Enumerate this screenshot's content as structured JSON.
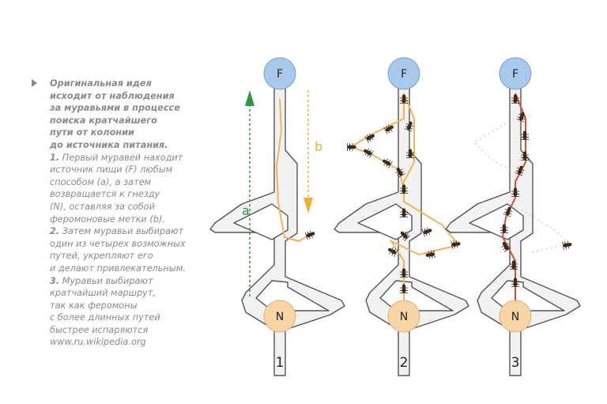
{
  "caption": {
    "intro_lines": [
      "Оригинальная идея",
      "исходит от наблюдения",
      "за муравьями в процессе",
      "поиска кратчайшего",
      "пути от колонии",
      "до источника питания."
    ],
    "step1_number": "1.",
    "step1_lines": [
      " Первый муравей находит",
      "источник пищи (F) любым",
      "способом (a), а затем",
      "возвращается к гнезду",
      "(N), оставляя за собой",
      "феромоновые метки (b)."
    ],
    "step2_number": "2.",
    "step2_lines": [
      " Затем муравьи выбирают",
      "один из четырех возможных",
      "путей, укрепляют его",
      "и делают привлекательным."
    ],
    "step3_number": "3.",
    "step3_lines": [
      " Муравьи выбирают",
      "кратчайший маршрут,",
      "так как феромоны",
      "с более длинных путей",
      "быстрее испаряются"
    ],
    "source": "www.ru.wikipedia.org"
  },
  "diagram": {
    "food_label": "F",
    "nest_label": "N",
    "arrow_a_label": "a",
    "arrow_b_label": "b",
    "stages": [
      "1",
      "2",
      "3"
    ],
    "colors": {
      "food_circle": "#a9c9ec",
      "nest_circle": "#f8d5a4",
      "corridor_fill": "#f2f2f2",
      "arrow_a": "#2a9a3f",
      "arrow_b": "#f0b030",
      "path_orange": "#f4b35a",
      "path_red": "#e04a3a"
    }
  }
}
